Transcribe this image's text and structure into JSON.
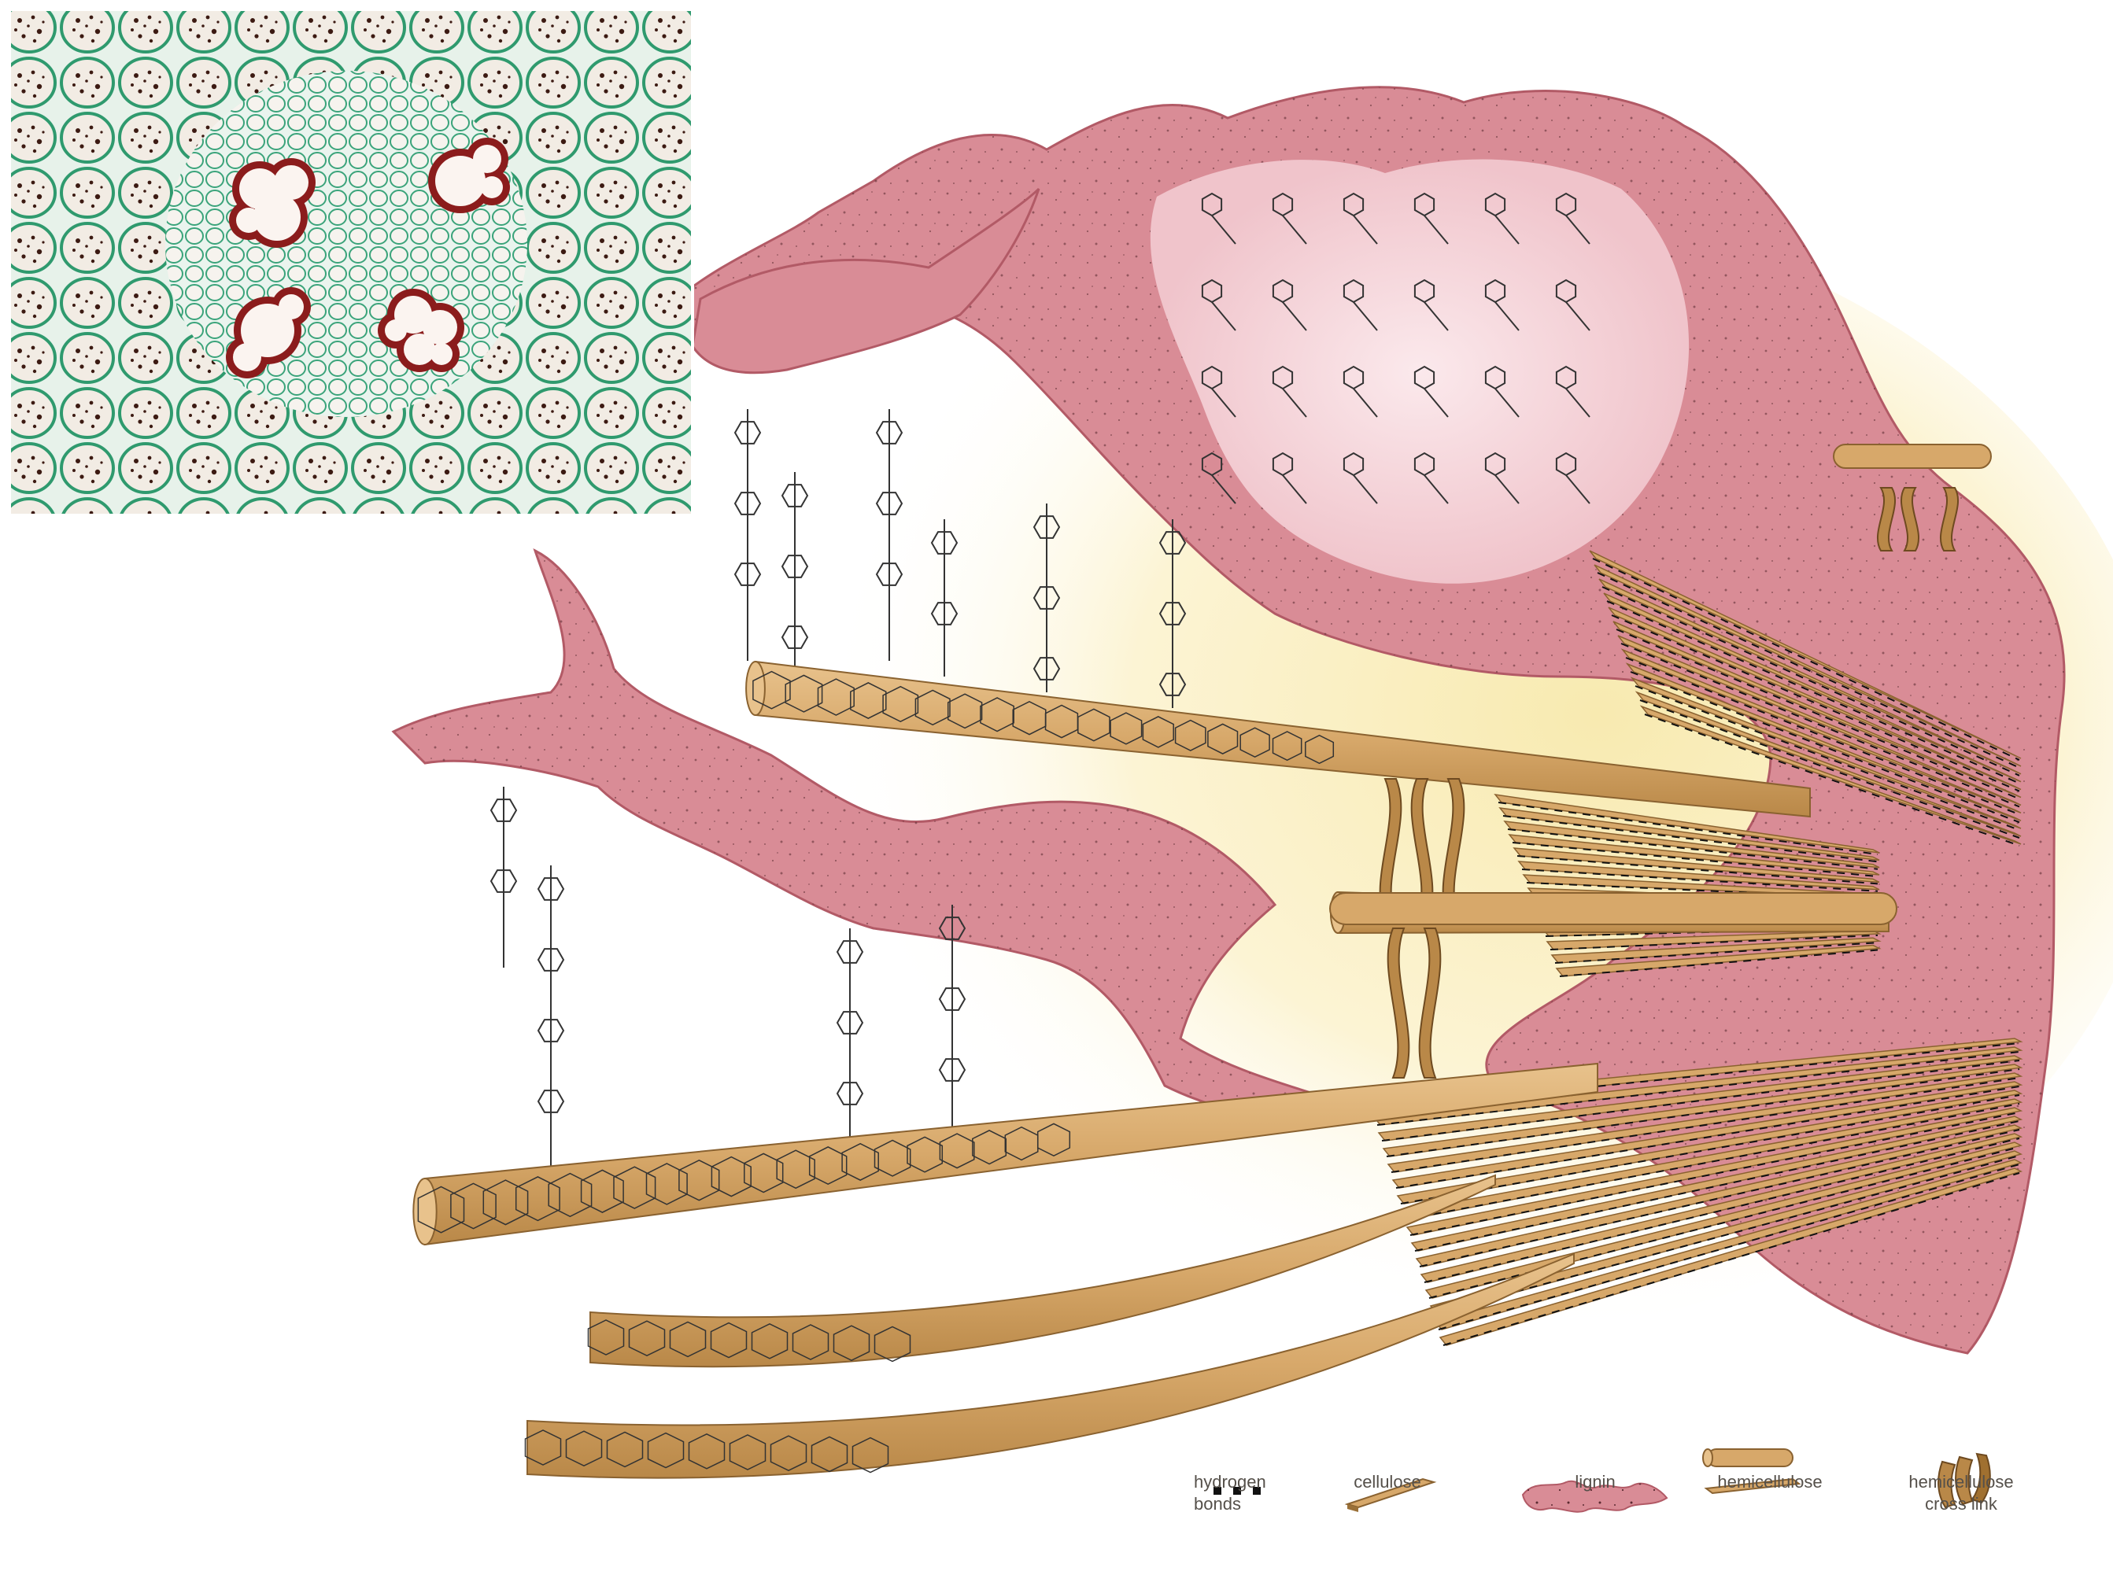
{
  "colors": {
    "lignin": "#d98c96",
    "lignin_dark": "#b25a66",
    "cellulose": "#d7a86a",
    "cellulose_dark": "#8a6230",
    "glow": "#fbf1c0",
    "micro_bg": "#dceee6",
    "micro_wall": "#3aa37a",
    "vessel": "#8b1c1c",
    "ink": "#333333"
  },
  "icons": {
    "hydrogen_bonds": "dots-icon",
    "cellulose": "strip-icon",
    "lignin": "lignin-blob-icon",
    "hemicellulose": "stacked-strips-icon",
    "hemicellulose_cross_link": "cross-link-icon"
  },
  "legend": {
    "hydrogen_bonds": "hydrogen\nbonds",
    "cellulose": "cellulose",
    "lignin": "lignin",
    "hemicellulose": "hemicellulose",
    "hemicellulose_cross_link": "hemicellulose\ncross link"
  }
}
